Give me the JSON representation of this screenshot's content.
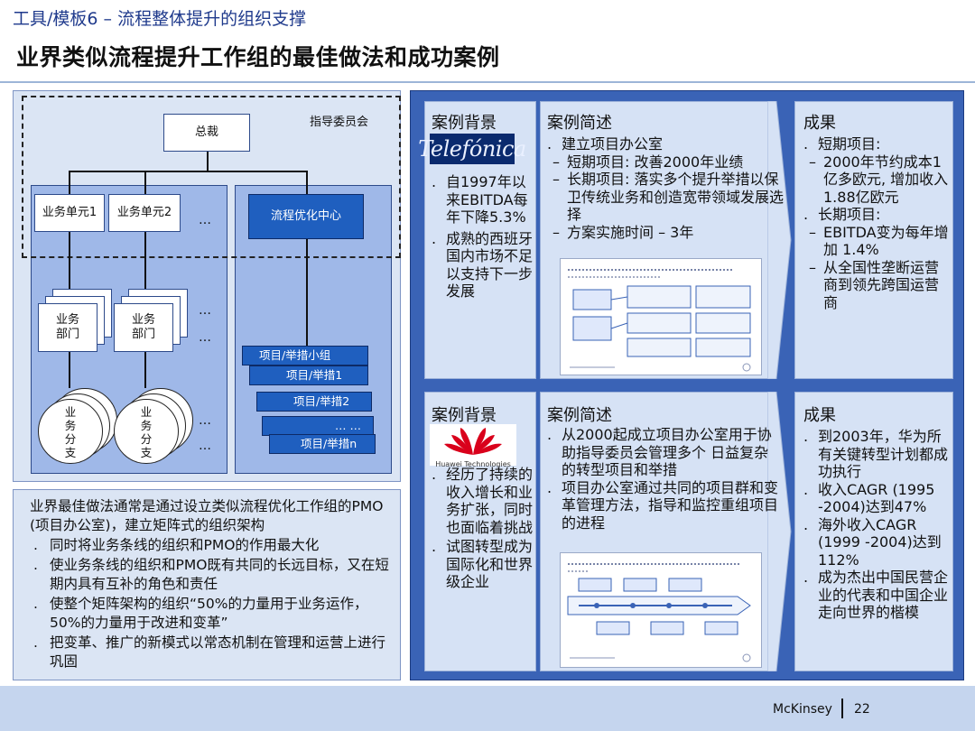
{
  "header": {
    "subtitle": "工具/模板6 – 流程整体提升的组织支撑",
    "title": "业界类似流程提升工作组的最佳做法和成功案例"
  },
  "org": {
    "board_label": "指导委员会",
    "ceo": "总裁",
    "bu1": "业务单元1",
    "bu2": "业务单元2",
    "dots": "…",
    "center": "流程优化中心",
    "dept1": "业务\n部门",
    "dept2": "业务\n部门",
    "branch1": "业\n务\n分\n支",
    "branch2": "业\n务\n分\n支",
    "tags": [
      "项目/举措小组",
      "项目/举措1",
      "项目/举措2",
      "… …",
      "项目/举措n"
    ]
  },
  "best_practice": {
    "lead": "业界最佳做法通常是通过设立类似流程优化工作组的PMO (项目办公室)，建立矩阵式的组织架构",
    "bullets": [
      "同时将业务条线的组织和PMO的作用最大化",
      "使业务条线的组织和PMO既有共同的长远目标，又在短期内具有互补的角色和责任",
      "使整个矩阵架构的组织“50%的力量用于业务运作， 50%的力量用于改进和变革”",
      "把变革、推广的新模式以常态机制在管理和运营上进行巩固"
    ]
  },
  "cases": [
    {
      "bg_title": "案例背景",
      "logo_text": "Telefónica",
      "bg_bullets": [
        "自1997年以来EBITDA每年下降5.3%",
        "成熟的西班牙国内市场不足以支持下一步发展"
      ],
      "summary_title": "案例简述",
      "summary_main": "建立项目办公室",
      "summary_subs": [
        "短期项目: 改善2000年业绩",
        "长期项目: 落实多个提升举措以保卫传统业务和创造宽带领域发展选择",
        "方案实施时间 – 3年"
      ],
      "result_title": "成果",
      "results": [
        {
          "head": "短期项目:",
          "subs": [
            "2000年节约成本1亿多欧元, 增加收入1.88亿欧元"
          ]
        },
        {
          "head": "长期项目:",
          "subs": [
            "EBITDA变为每年增加 1.4%",
            "从全国性垄断运营商到领先跨国运营商"
          ]
        }
      ]
    },
    {
      "bg_title": "案例背景",
      "logo_text": "Huawei Technologies",
      "bg_bullets": [
        "经历了持续的收入增长和业务扩张，同时也面临着挑战",
        "试图转型成为国际化和世界级企业"
      ],
      "summary_title": "案例简述",
      "summary_bullets": [
        "从2000起成立项目办公室用于协助指导委员会管理多个 日益复杂的转型项目和举措",
        "项目办公室通过共同的项目群和变革管理方法，指导和监控重组项目的进程"
      ],
      "result_title": "成果",
      "results": [
        "到2003年，华为所有关键转型计划都成功执行",
        "收入CAGR (1995 -2004)达到47%",
        "海外收入CAGR (1999 -2004)达到112%",
        "成为杰出中国民营企业的代表和中国企业走向世界的楷模"
      ]
    }
  ],
  "footer": {
    "brand": "McKinsey",
    "page": "22"
  },
  "colors": {
    "accent_blue": "#1f5fbf",
    "panel_blue": "#3a63b6",
    "light_blue": "#d6e2f5",
    "huawei_red": "#d9001b"
  }
}
